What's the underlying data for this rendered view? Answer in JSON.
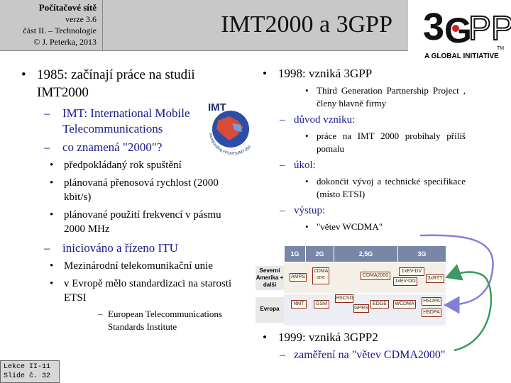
{
  "header": {
    "course": "Počítačové sítě",
    "version": "verze 3.6",
    "part": "část II. – Technologie",
    "copyright": "© J. Peterka, 2013"
  },
  "title": "IMT2000 a 3GPP",
  "logo_3gpp": {
    "wordmark": "3GPP",
    "tagline": "A GLOBAL INITIATIVE",
    "trademark": "TM"
  },
  "logo_imt": {
    "text": "IMT",
    "ring_text": "Incorporating FPLMTS/IMT-2000/GMPCS"
  },
  "left_col": {
    "b1": "1985: začínají práce na studii IMT2000",
    "b1_imt": "IMT: International Mobile Telecommunications",
    "b1_2000": "co znamená \"2000\"?",
    "b1_2000_items": [
      "předpokládaný rok spuštění",
      "plánovaná přenosová rychlost (2000 kbit/s)",
      "plánované použití frekvencí v pásmu 2000 MHz"
    ],
    "b1_itu": "iniciováno a řízeno ITU",
    "b1_itu_items": [
      "Mezinárodní telekomunikační unie",
      "v Evropě mělo standardizaci na starosti ETSI"
    ],
    "b1_etsi": "European Telecommunications Standards Institute"
  },
  "right_col": {
    "b1": "1998: vzniká 3GPP",
    "b1_sub": "Third Generation Partnership Project , členy hlavně firmy",
    "reason_label": "důvod vzniku:",
    "reason_item": "práce na IMT 2000 probíhaly příliš pomalu",
    "task_label": "úkol:",
    "task_item": "dokončit vývoj a technické specifikace (místo ETSI)",
    "output_label": "výstup:",
    "output_item": "\"větev WCDMA\"",
    "b2": "1999: vzniká 3GPP2",
    "b2_sub": "zaměření na \"větev CDMA2000\""
  },
  "gen_table": {
    "headers": [
      "1G",
      "2G",
      "2,5G",
      "3G"
    ],
    "region_na": "Severní Amerika + další",
    "region_eu": "Evropa",
    "na_cells": [
      "AMPS",
      "CDMA one",
      "CDMA2000",
      "1xEV-DV",
      "1xEV-DO",
      "3xRTT"
    ],
    "eu_cells": [
      "NMT",
      "GSM",
      "HSCSD",
      "GPRS",
      "EDGE",
      "WCDMA",
      "HSUPA",
      "HSDPA"
    ]
  },
  "footer": {
    "lesson": "Lekce II-11",
    "slide": "Slide č. 32"
  },
  "colors": {
    "header_gray": "#c8c8c8",
    "subitem_blue": "#1a1a8c",
    "arrow_purple": "#8080d8",
    "arrow_green": "#3a9a60"
  }
}
